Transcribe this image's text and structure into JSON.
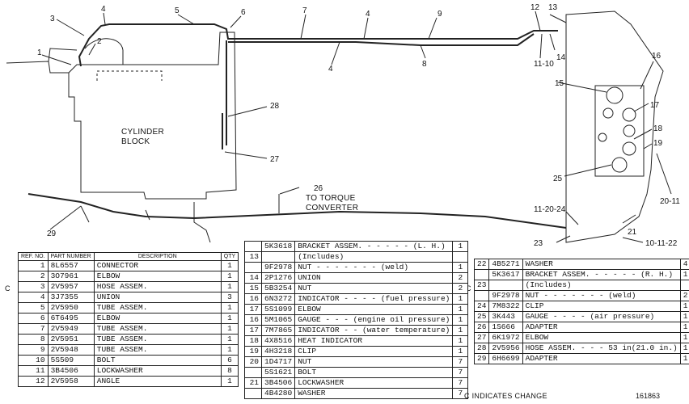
{
  "labels": {
    "cylinder_block": [
      "CYLINDER",
      "BLOCK"
    ],
    "torque_converter": [
      "TO TORQUE",
      "CONVERTER"
    ]
  },
  "callouts": [
    {
      "id": "c1",
      "text": "1"
    },
    {
      "id": "c2",
      "text": "2"
    },
    {
      "id": "c3",
      "text": "3"
    },
    {
      "id": "c4a",
      "text": "4"
    },
    {
      "id": "c5",
      "text": "5"
    },
    {
      "id": "c6",
      "text": "6"
    },
    {
      "id": "c7",
      "text": "7"
    },
    {
      "id": "c4b",
      "text": "4"
    },
    {
      "id": "c9",
      "text": "9"
    },
    {
      "id": "c4c",
      "text": "4"
    },
    {
      "id": "c8",
      "text": "8"
    },
    {
      "id": "c12",
      "text": "12"
    },
    {
      "id": "c13",
      "text": "13"
    },
    {
      "id": "c1110",
      "text": "11-10"
    },
    {
      "id": "c14",
      "text": "14"
    },
    {
      "id": "c16",
      "text": "16"
    },
    {
      "id": "c15",
      "text": "15"
    },
    {
      "id": "c17",
      "text": "17"
    },
    {
      "id": "c18",
      "text": "18"
    },
    {
      "id": "c19",
      "text": "19"
    },
    {
      "id": "c28",
      "text": "28"
    },
    {
      "id": "c27",
      "text": "27"
    },
    {
      "id": "c25",
      "text": "25"
    },
    {
      "id": "c2011",
      "text": "20-11"
    },
    {
      "id": "c26",
      "text": "26"
    },
    {
      "id": "c112024",
      "text": "11-20-24"
    },
    {
      "id": "c21",
      "text": "21"
    },
    {
      "id": "c29",
      "text": "29"
    },
    {
      "id": "c23",
      "text": "23"
    },
    {
      "id": "c101122",
      "text": "10-11-22"
    }
  ],
  "table_headers": {
    "ref": "REF. NO.",
    "part": "PART NUMBER",
    "desc": "DESCRIPTION",
    "qty": "QTY"
  },
  "parts_table_1": [
    {
      "ref": "1",
      "part": "8L6557",
      "desc": "CONNECTOR",
      "qty": "1"
    },
    {
      "ref": "2",
      "part": "3O7961",
      "desc": "ELBOW",
      "qty": "1"
    },
    {
      "ref": "3",
      "part": "2V5957",
      "desc": "HOSE ASSEM.",
      "qty": "1"
    },
    {
      "ref": "4",
      "part": "3J7355",
      "desc": "UNION",
      "qty": "3"
    },
    {
      "ref": "5",
      "part": "2V5950",
      "desc": "TUBE ASSEM.",
      "qty": "1"
    },
    {
      "ref": "6",
      "part": "6T6495",
      "desc": "ELBOW",
      "qty": "1"
    },
    {
      "ref": "7",
      "part": "2V5949",
      "desc": "TUBE ASSEM.",
      "qty": "1"
    },
    {
      "ref": "8",
      "part": "2V5951",
      "desc": "TUBE ASSEM.",
      "qty": "1"
    },
    {
      "ref": "9",
      "part": "2V5948",
      "desc": "TUBE ASSEM.",
      "qty": "1"
    },
    {
      "ref": "10",
      "part": "5S509",
      "desc": "BOLT",
      "qty": "6"
    },
    {
      "ref": "11",
      "part": "3B4506",
      "desc": "LOCKWASHER",
      "qty": "8"
    },
    {
      "ref": "12",
      "part": "2V5958",
      "desc": "ANGLE",
      "qty": "1"
    }
  ],
  "parts_table_2": [
    {
      "ref": "",
      "part": "5K3618",
      "desc": "BRACKET ASSEM.  - - - - - (L. H.)",
      "qty": "1"
    },
    {
      "ref": "13",
      "part": "",
      "desc": "(Includes)",
      "qty": ""
    },
    {
      "ref": "",
      "part": "9F2978",
      "desc": "NUT - - - - - - - (weld)",
      "qty": "1"
    },
    {
      "ref": "14",
      "part": "2P1276",
      "desc": "UNION",
      "qty": "2"
    },
    {
      "ref": "15",
      "part": "5B3254",
      "desc": "NUT",
      "qty": "2"
    },
    {
      "ref": "16",
      "part": "6N3272",
      "desc": "INDICATOR - - - - (fuel pressure)",
      "qty": "1"
    },
    {
      "ref": "17",
      "part": "5S1099",
      "desc": "ELBOW",
      "qty": "1"
    },
    {
      "ref": "16",
      "part": "5M1065",
      "desc": "GAUGE - - - (engine oil pressure)",
      "qty": "1"
    },
    {
      "ref": "17",
      "part": "7M7865",
      "desc": "INDICATOR - - (water temperature)",
      "qty": "1"
    },
    {
      "ref": "18",
      "part": "4X8516",
      "desc": "HEAT INDICATOR",
      "qty": "1"
    },
    {
      "ref": "19",
      "part": "4H3218",
      "desc": "CLIP",
      "qty": "1"
    },
    {
      "ref": "20",
      "part": "1D4717",
      "desc": "NUT",
      "qty": "7"
    },
    {
      "ref": "",
      "part": "5S1621",
      "desc": "BOLT",
      "qty": "7"
    },
    {
      "ref": "21",
      "part": "3B4506",
      "desc": "LOCKWASHER",
      "qty": "7"
    },
    {
      "ref": "",
      "part": "4B4280",
      "desc": "WASHER",
      "qty": "7"
    }
  ],
  "parts_table_3": [
    {
      "ref": "22",
      "part": "4B5271",
      "desc": "WASHER",
      "qty": "4"
    },
    {
      "ref": "",
      "part": "5K3617",
      "desc": "BRACKET ASSEM.  - - - - - (R. H.)",
      "qty": "1"
    },
    {
      "ref": "23",
      "part": "",
      "desc": "(Includes)",
      "qty": ""
    },
    {
      "ref": "",
      "part": "9F2978",
      "desc": "NUT - - - - - - - (weld)",
      "qty": "2"
    },
    {
      "ref": "24",
      "part": "7M8322",
      "desc": "CLIP",
      "qty": "1"
    },
    {
      "ref": "25",
      "part": "3K443",
      "desc": "GAUGE - - - - (air pressure)",
      "qty": "1"
    },
    {
      "ref": "26",
      "part": "1S666",
      "desc": "ADAPTER",
      "qty": "1"
    },
    {
      "ref": "27",
      "part": "6K1972",
      "desc": "ELBOW",
      "qty": "1"
    },
    {
      "ref": "28",
      "part": "2V5956",
      "desc": "HOSE ASSEM. - - - 53 in(21.0 in.)",
      "qty": "1"
    },
    {
      "ref": "29",
      "part": "6H6699",
      "desc": "ADAPTER",
      "qty": "1"
    }
  ],
  "change_marks": [
    "C",
    "C",
    "C"
  ],
  "footer": {
    "note": "C INDICATES CHANGE",
    "code": "161863"
  }
}
